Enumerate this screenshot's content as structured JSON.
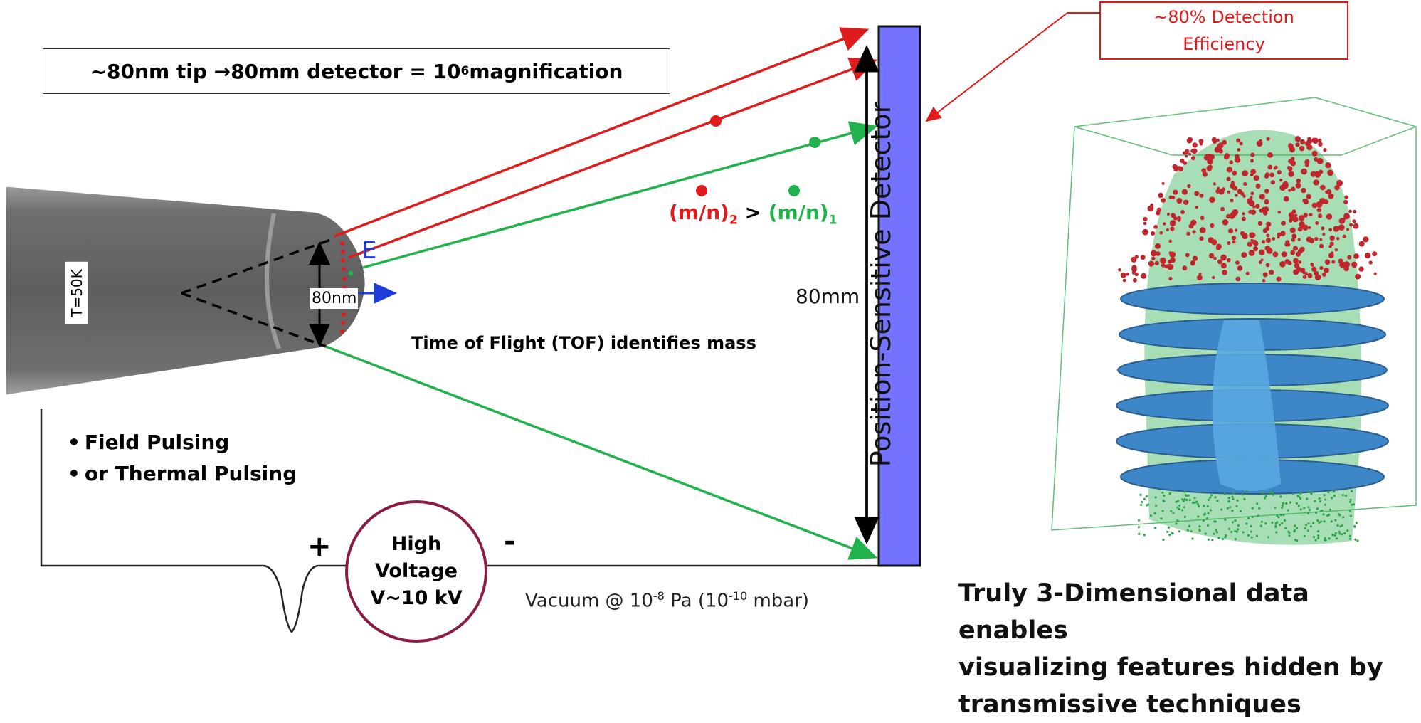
{
  "banner": {
    "pre": "~80nm tip ",
    "arrow": "→",
    "mid": " 80mm detector = 10",
    "exp": "6",
    "post": " magnification"
  },
  "callout": {
    "line1": "~80% Detection",
    "line2": "Efficiency"
  },
  "detector": {
    "label": "Position-Sensitive Detector",
    "size_label": "80mm",
    "color": "#7373ff"
  },
  "specimen": {
    "temperature_label": "T=50K",
    "tip_size_label": "80nm",
    "field_label": "E"
  },
  "pulsing": {
    "items": [
      "Field Pulsing",
      "or Thermal Pulsing"
    ]
  },
  "high_voltage": {
    "line1": "High",
    "line2": "Voltage",
    "line3": "V~10 kV",
    "plus": "+",
    "minus": "-"
  },
  "vacuum": {
    "pre": "Vacuum @ 10",
    "exp1": "-8",
    "mid": " Pa (10",
    "exp2": "-10",
    "post": " mbar)"
  },
  "tof_label": "Time of Flight (TOF) identifies mass",
  "mass_relation": {
    "lhs": "(m/n)",
    "lhs_sub": "2",
    "op": " > ",
    "rhs": "(m/n)",
    "rhs_sub": "1"
  },
  "caption": {
    "line1": "Truly 3-Dimensional data enables",
    "line2": "visualizing features hidden by",
    "line3": "transmissive techniques"
  },
  "colors": {
    "heavy_ion": "#e01b1b",
    "light_ion": "#21b24b",
    "field_arrow": "#1d3fd8",
    "hv_ring": "#8c1c3f",
    "recon_blue": "#3d87c9",
    "recon_green": "#3fb55a"
  }
}
